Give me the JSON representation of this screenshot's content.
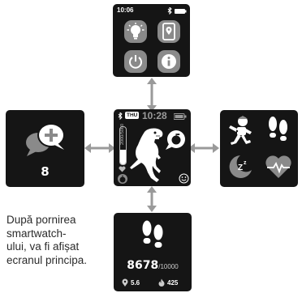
{
  "top_screen": {
    "time": "10:06",
    "apps": [
      {
        "name": "flashlight-app",
        "icon": "bulb-icon"
      },
      {
        "name": "find-phone-app",
        "icon": "phone-location-icon"
      },
      {
        "name": "power-app",
        "icon": "power-icon"
      },
      {
        "name": "info-app",
        "icon": "info-icon"
      }
    ]
  },
  "left_screen": {
    "icon": "chat-add-icon",
    "count": "8"
  },
  "main_screen": {
    "day": "THU",
    "time": "10:28",
    "goal": "2000/5000",
    "character": "dinosaur"
  },
  "right_screen": {
    "icons": [
      "exercise-icon",
      "footsteps-icon",
      "sleep-icon",
      "heart-rate-icon"
    ]
  },
  "bottom_screen": {
    "steps": "8678",
    "goal": "/10000",
    "distance": "5.6",
    "calories": "425"
  },
  "note": {
    "lines": [
      "După pornirea",
      "smartwatch-",
      "ului, va fi afișat",
      "ecranul principa."
    ]
  },
  "colors": {
    "screen_bg": "#151515",
    "tile_gray": "#8a8a8a",
    "arrow": "#9a9a9a"
  }
}
